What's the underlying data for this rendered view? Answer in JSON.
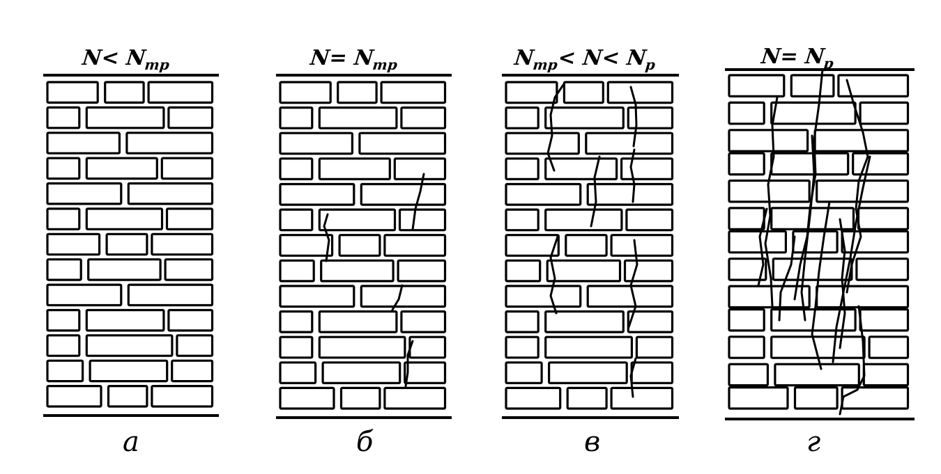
{
  "panels": [
    {
      "id": "a",
      "condition_main": "N< N",
      "condition_sub": "тр",
      "letter": "а",
      "cracks": "none"
    },
    {
      "id": "b",
      "condition_main": "N= N",
      "condition_sub": "тр",
      "letter": "б",
      "cracks": "few"
    },
    {
      "id": "v",
      "condition_main": "N",
      "condition_sub": "тр",
      "condition_rest": "< N< N",
      "condition_sub2": "р",
      "letter": "в",
      "cracks": "several"
    },
    {
      "id": "g",
      "condition_main": "N= N",
      "condition_sub": "р",
      "letter": "г",
      "cracks": "many"
    }
  ],
  "colors": {
    "ink": "#000000",
    "paper": "#ffffff"
  }
}
